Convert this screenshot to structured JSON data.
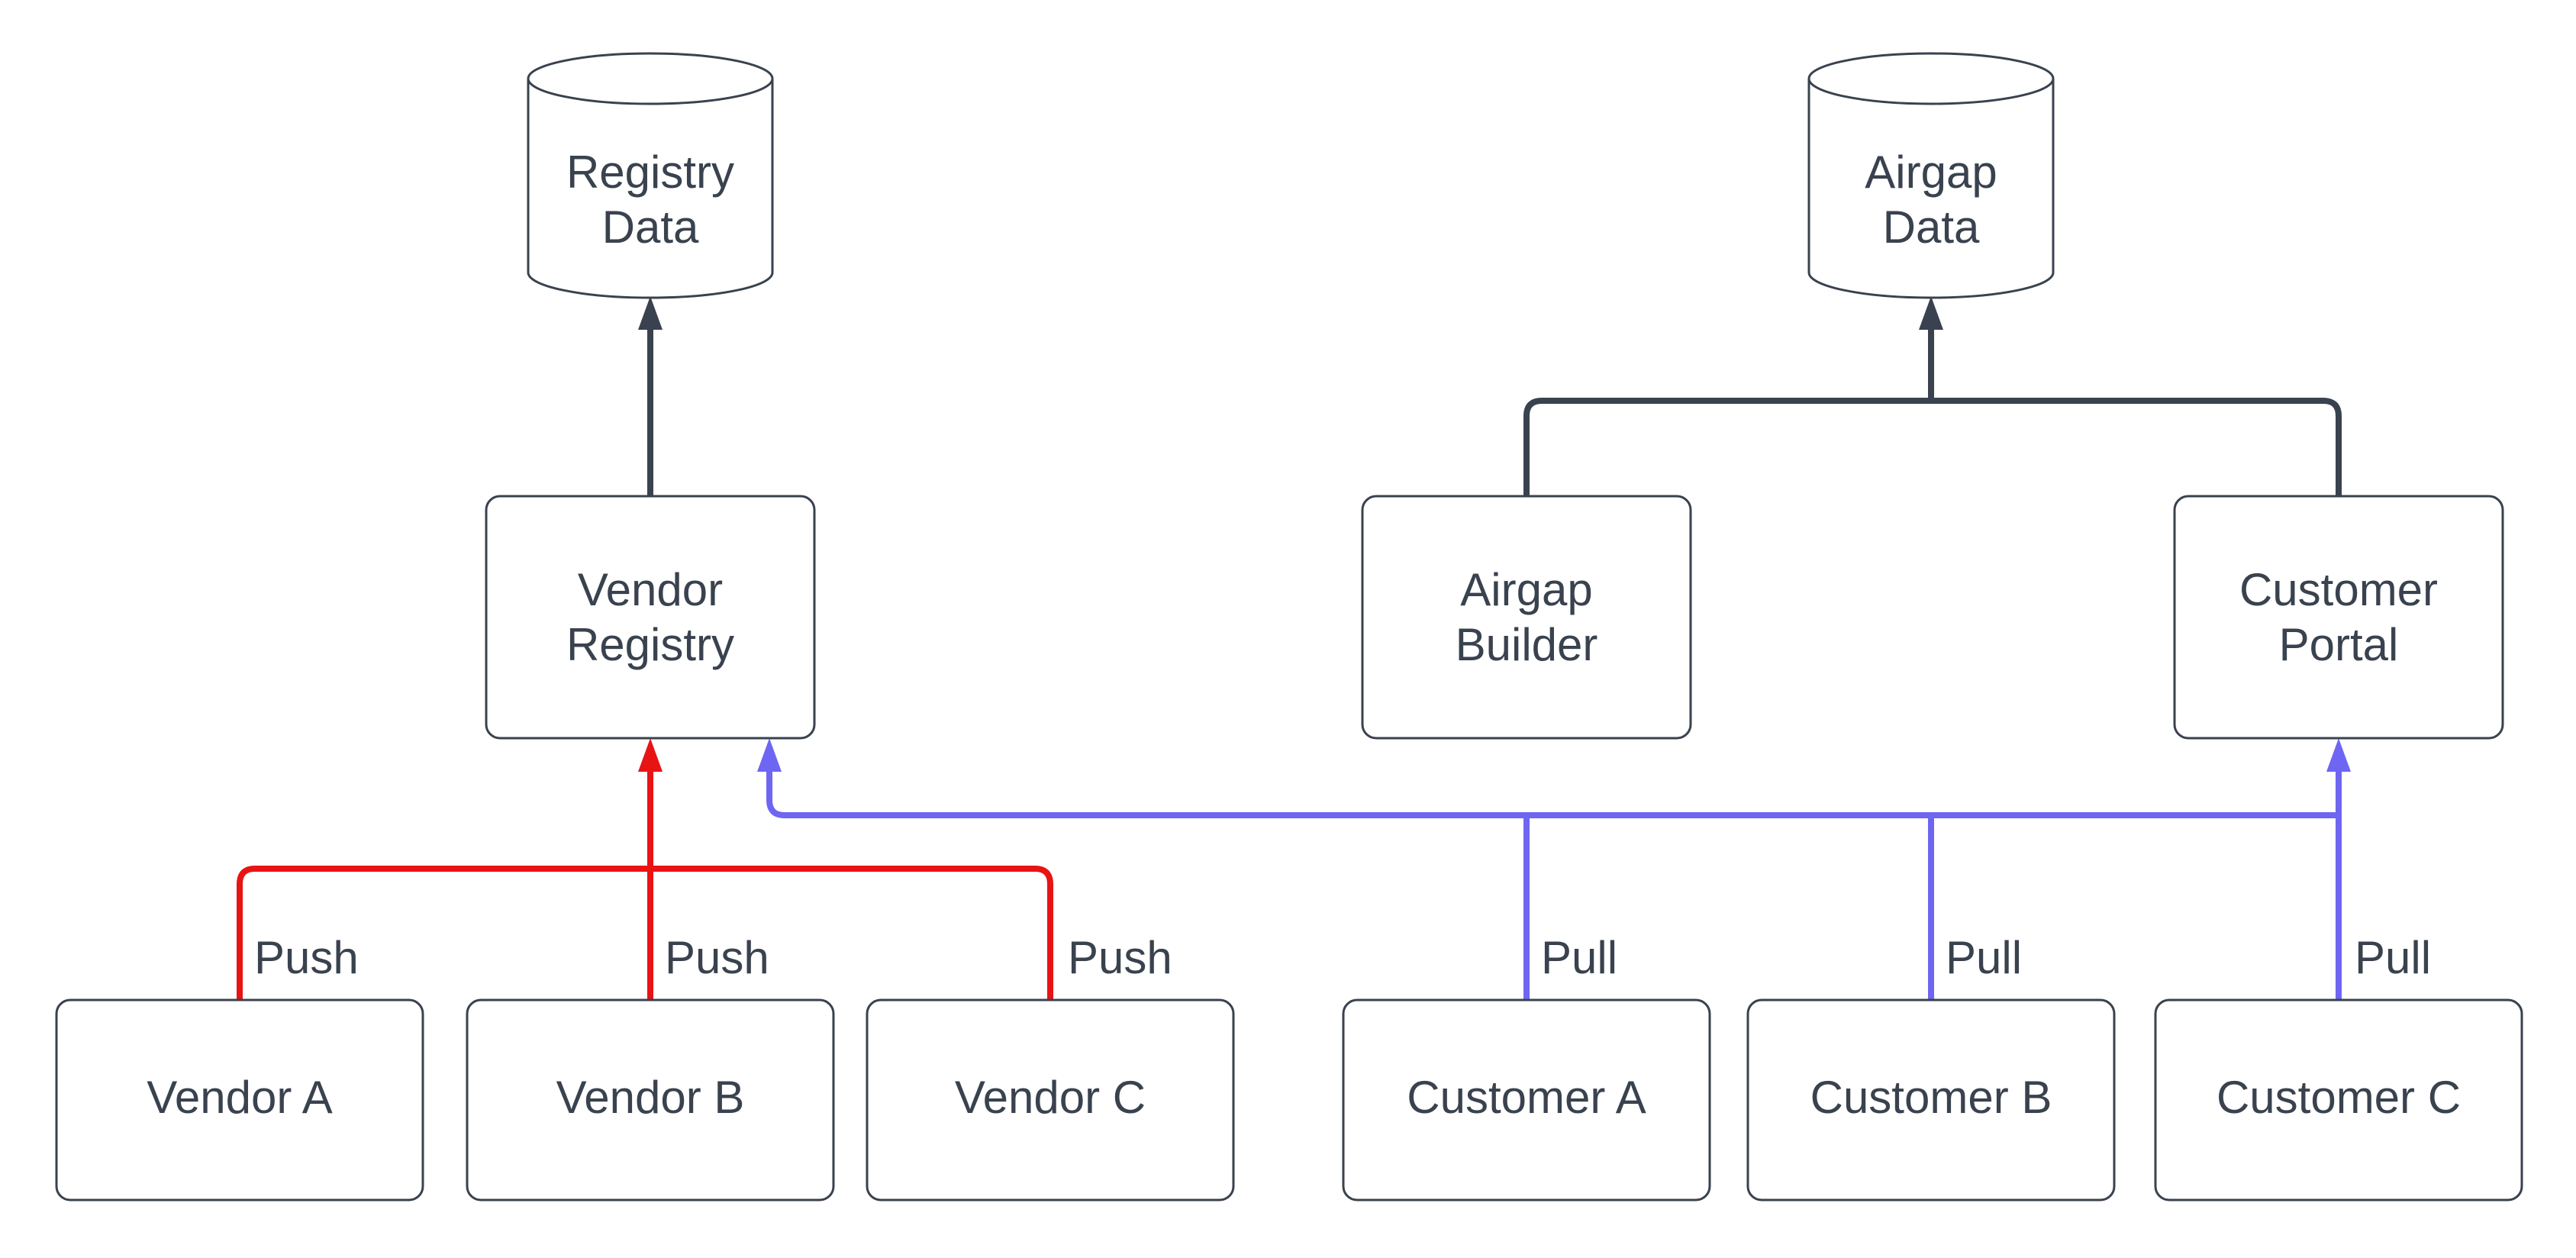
{
  "colors": {
    "background": "#ffffff",
    "node_fill": "#ffffff",
    "node_stroke": "#39424e",
    "node_text": "#39424e",
    "connector_dark": "#39424e",
    "connector_push": "#e81313",
    "connector_pull": "#6e66f2"
  },
  "nodes": {
    "registry_data": {
      "type": "database-cylinder",
      "line1": "Registry",
      "line2": "Data"
    },
    "airgap_data": {
      "type": "database-cylinder",
      "line1": "Airgap",
      "line2": "Data"
    },
    "vendor_registry": {
      "type": "rounded-rect",
      "line1": "Vendor",
      "line2": "Registry"
    },
    "airgap_builder": {
      "type": "rounded-rect",
      "line1": "Airgap",
      "line2": "Builder"
    },
    "customer_portal": {
      "type": "rounded-rect",
      "line1": "Customer",
      "line2": "Portal"
    },
    "vendor_a": {
      "type": "rounded-rect",
      "label": "Vendor A"
    },
    "vendor_b": {
      "type": "rounded-rect",
      "label": "Vendor B"
    },
    "vendor_c": {
      "type": "rounded-rect",
      "label": "Vendor C"
    },
    "customer_a": {
      "type": "rounded-rect",
      "label": "Customer A"
    },
    "customer_b": {
      "type": "rounded-rect",
      "label": "Customer B"
    },
    "customer_c": {
      "type": "rounded-rect",
      "label": "Customer C"
    }
  },
  "edge_labels": {
    "push_vendor_a": "Push",
    "push_vendor_b": "Push",
    "push_vendor_c": "Push",
    "pull_customer_a": "Pull",
    "pull_customer_b": "Pull",
    "pull_customer_c": "Pull"
  },
  "edges": [
    {
      "from": "Vendor Registry",
      "to": "Registry Data",
      "style": "dark",
      "arrow": "to"
    },
    {
      "from": "Airgap Builder",
      "to": "Airgap Data",
      "style": "dark",
      "arrow": "to"
    },
    {
      "from": "Customer Portal",
      "to": "Airgap Data",
      "style": "dark",
      "arrow": "to"
    },
    {
      "from": "Vendor A",
      "to": "Vendor Registry",
      "style": "push",
      "label": "Push",
      "arrow": "to"
    },
    {
      "from": "Vendor B",
      "to": "Vendor Registry",
      "style": "push",
      "label": "Push",
      "arrow": "to"
    },
    {
      "from": "Vendor C",
      "to": "Vendor Registry",
      "style": "push",
      "label": "Push",
      "arrow": "to"
    },
    {
      "from": "Customer A",
      "to": "Vendor Registry",
      "style": "pull",
      "label": "Pull",
      "arrow": "to"
    },
    {
      "from": "Customer B",
      "to": "Vendor Registry",
      "style": "pull",
      "label": "Pull",
      "arrow": "to"
    },
    {
      "from": "Customer C",
      "to": "Customer Portal",
      "style": "pull",
      "label": "Pull",
      "arrow": "to"
    }
  ]
}
